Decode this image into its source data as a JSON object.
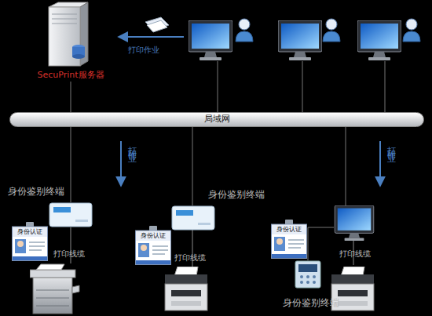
{
  "diagram": {
    "nodes": [
      {
        "text": [
          "SecuPrint服务器"
        ]
      },
      {
        "text": [
          "局域网"
        ]
      },
      {
        "text": [
          "身份鉴别终端"
        ]
      },
      {
        "text": [
          "身份认证"
        ]
      },
      {
        "text": [
          "身份鉴别终端"
        ]
      },
      {
        "text": [
          "身份认证"
        ]
      },
      {
        "text": [
          "身份认证"
        ]
      },
      {
        "text": [
          "身份鉴别终端"
        ]
      }
    ],
    "edges": [
      {
        "from": 0,
        "to": 1,
        "arrow": "none"
      },
      {
        "from": 1,
        "to": 2,
        "arrow": "none"
      },
      {
        "from": 1,
        "to": 4,
        "arrow": "none"
      }
    ],
    "labels": [
      "打印作业",
      "打印作业",
      "打印作业",
      "打印线缆",
      "打印线缆",
      "打印线缆"
    ]
  }
}
